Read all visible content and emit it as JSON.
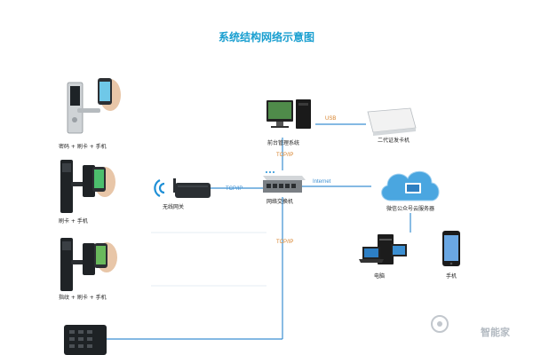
{
  "title": "系统结构网络示意图",
  "colors": {
    "title": "#1a9fd0",
    "line_blue": "#3b8fd2",
    "protocol_orange": "#d7822b",
    "cloud": "#4aa6e0"
  },
  "locks": [
    {
      "label": "密码 + 刷卡 + 手机"
    },
    {
      "label": "刷卡 + 手机"
    },
    {
      "label": "指纹 + 刷卡 + 手机"
    }
  ],
  "devices": {
    "gateway": "无线网关",
    "admin": "前台管理系统",
    "switch": "网络交换机",
    "card_issuer": "二代证发卡机",
    "cloud_server": "微信公众号云服务器",
    "pc": "电脑",
    "phone": "手机"
  },
  "links": {
    "usb": "USB",
    "tcp_admin": "TCP/IP",
    "tcp_gateway": "TCP/IP",
    "tcp_down": "TCP/IP",
    "internet": "Internet"
  },
  "watermark": "智能家"
}
